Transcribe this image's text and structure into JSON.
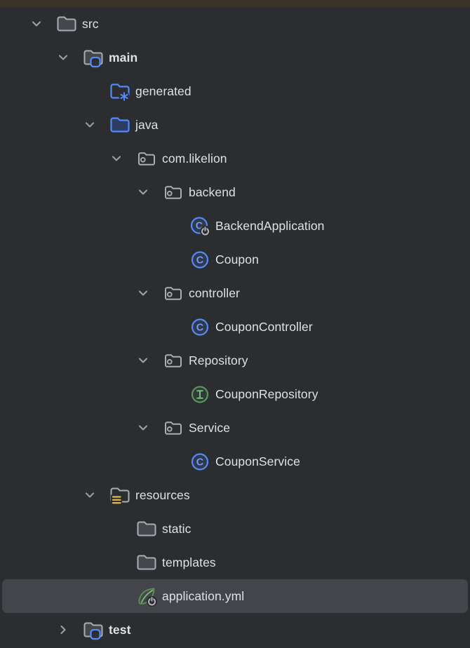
{
  "colors": {
    "background": "#2B2D30",
    "top_strip": "#3A3227",
    "selected_row": "#43454A",
    "text": "#DFE1E5",
    "chevron": "#9BA0A6",
    "folder_gray_stroke": "#A9AEB5",
    "folder_gray_fill": "#44474B",
    "blue_accent": "#548AF7",
    "java_folder_fill": "#2C3C63",
    "class_letter": "#6E9CF8",
    "interface_green": "#57965C",
    "interface_letter": "#73BD79",
    "resources_yellow": "#E5B84F",
    "spring_leaf": "#5C8C55",
    "spring_vein": "#79B470",
    "power_badge": "#B4B8BE"
  },
  "tree": {
    "items": [
      {
        "label": "src",
        "level": 0,
        "chevron": "down",
        "icon": "folder-icon",
        "bold": false,
        "selected": false
      },
      {
        "label": "main",
        "level": 1,
        "chevron": "down",
        "icon": "sources-root-folder-icon",
        "bold": true,
        "selected": false
      },
      {
        "label": "generated",
        "level": 2,
        "chevron": "none",
        "icon": "generated-folder-icon",
        "bold": false,
        "selected": false
      },
      {
        "label": "java",
        "level": 2,
        "chevron": "down",
        "icon": "java-folder-icon",
        "bold": false,
        "selected": false
      },
      {
        "label": "com.likelion",
        "level": 3,
        "chevron": "down",
        "icon": "package-icon",
        "bold": false,
        "selected": false
      },
      {
        "label": "backend",
        "level": 4,
        "chevron": "down",
        "icon": "package-icon",
        "bold": false,
        "selected": false
      },
      {
        "label": "BackendApplication",
        "level": 5,
        "chevron": "none",
        "icon": "class-run-icon",
        "bold": false,
        "selected": false
      },
      {
        "label": "Coupon",
        "level": 5,
        "chevron": "none",
        "icon": "class-icon",
        "bold": false,
        "selected": false
      },
      {
        "label": "controller",
        "level": 4,
        "chevron": "down",
        "icon": "package-icon",
        "bold": false,
        "selected": false
      },
      {
        "label": "CouponController",
        "level": 5,
        "chevron": "none",
        "icon": "class-icon",
        "bold": false,
        "selected": false
      },
      {
        "label": "Repository",
        "level": 4,
        "chevron": "down",
        "icon": "package-icon",
        "bold": false,
        "selected": false
      },
      {
        "label": "CouponRepository",
        "level": 5,
        "chevron": "none",
        "icon": "interface-icon",
        "bold": false,
        "selected": false
      },
      {
        "label": "Service",
        "level": 4,
        "chevron": "down",
        "icon": "package-icon",
        "bold": false,
        "selected": false
      },
      {
        "label": "CouponService",
        "level": 5,
        "chevron": "none",
        "icon": "class-icon",
        "bold": false,
        "selected": false
      },
      {
        "label": "resources",
        "level": 2,
        "chevron": "down",
        "icon": "resources-folder-icon",
        "bold": false,
        "selected": false
      },
      {
        "label": "static",
        "level": 3,
        "chevron": "none",
        "icon": "folder-icon",
        "bold": false,
        "selected": false
      },
      {
        "label": "templates",
        "level": 3,
        "chevron": "none",
        "icon": "folder-icon",
        "bold": false,
        "selected": false
      },
      {
        "label": "application.yml",
        "level": 3,
        "chevron": "none",
        "icon": "spring-config-icon",
        "bold": false,
        "selected": true
      },
      {
        "label": "test",
        "level": 1,
        "chevron": "right",
        "icon": "sources-root-folder-icon",
        "bold": true,
        "selected": false
      }
    ]
  }
}
